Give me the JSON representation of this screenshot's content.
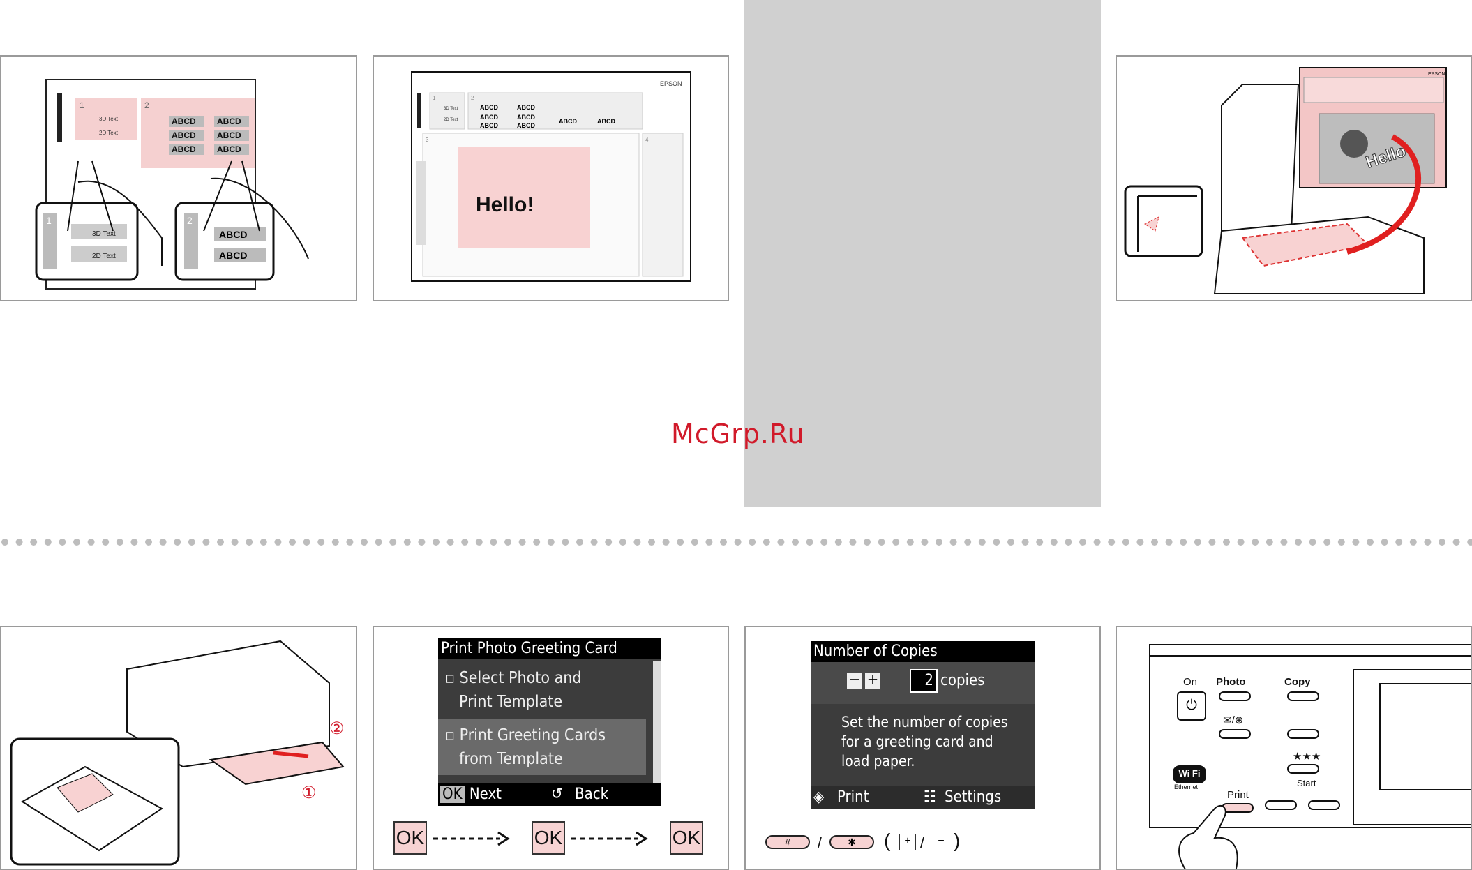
{
  "watermark": "McGrp.Ru",
  "panel_template_marks": {
    "num1": "1",
    "num2": "2",
    "opt_3d": "3D Text",
    "opt_2d": "2D Text",
    "abcd": "ABCD"
  },
  "panel_template_sheet": {
    "brand": "EPSON",
    "greeting": "Hello!",
    "num1": "1",
    "num2": "2",
    "num3": "3",
    "num4": "4",
    "opt_3d": "3D Text",
    "opt_2d": "2D Text",
    "abcd": "ABCD"
  },
  "panel_scan": {
    "brand": "EPSON",
    "photo_text": "Hello"
  },
  "panel_load_paper": {
    "step1": "①",
    "step2": "②"
  },
  "lcd_menu": {
    "title": "Print Photo Greeting Card",
    "item1_line1": "Select Photo and",
    "item1_line2": "Print Template",
    "item2_line1": "Print Greeting Cards",
    "item2_line2": "from Template",
    "ok_badge": "OK",
    "next": "Next",
    "back": "Back",
    "ok_sequence": [
      "OK",
      "OK",
      "OK"
    ]
  },
  "lcd_copies": {
    "title": "Number of Copies",
    "count": "2",
    "unit": "copies",
    "msg_line1": "Set the number of copies",
    "msg_line2": "for a greeting card and",
    "msg_line3": "load paper.",
    "print": "Print",
    "settings": "Settings",
    "key_hash": "#",
    "key_star": "✱",
    "slash": "/",
    "plus": "+",
    "minus": "−"
  },
  "control_panel": {
    "on": "On",
    "photo": "Photo",
    "copy": "Copy",
    "mail_zoom": "✉/⊕",
    "stars": "★★★",
    "start": "Start",
    "print": "Print",
    "wifi": "Wi Fi",
    "ethernet": "Ethernet"
  },
  "colors": {
    "accent_pink": "#f7d3d3",
    "panel_border": "#9a9a9a",
    "gray_box": "#d0d0d0",
    "arrow_red": "#e02020",
    "watermark": "#d11a2a"
  }
}
